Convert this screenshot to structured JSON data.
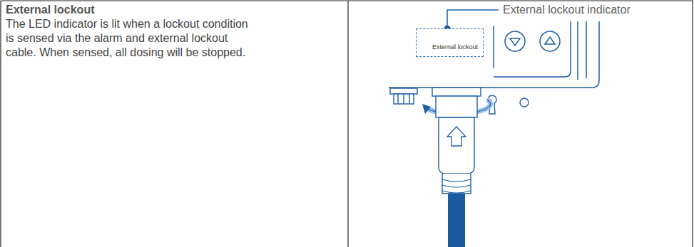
{
  "diagram": {
    "nodes": [
      {
        "text": [
          "External lockout"
        ]
      }
    ],
    "labels": [
      "External lockout",
      "The LED indicator is lit when a lockout condition is sensed via the alarm and external lockout cable. When sensed, all dosing will be stopped.",
      "External lockout indicator"
    ]
  }
}
